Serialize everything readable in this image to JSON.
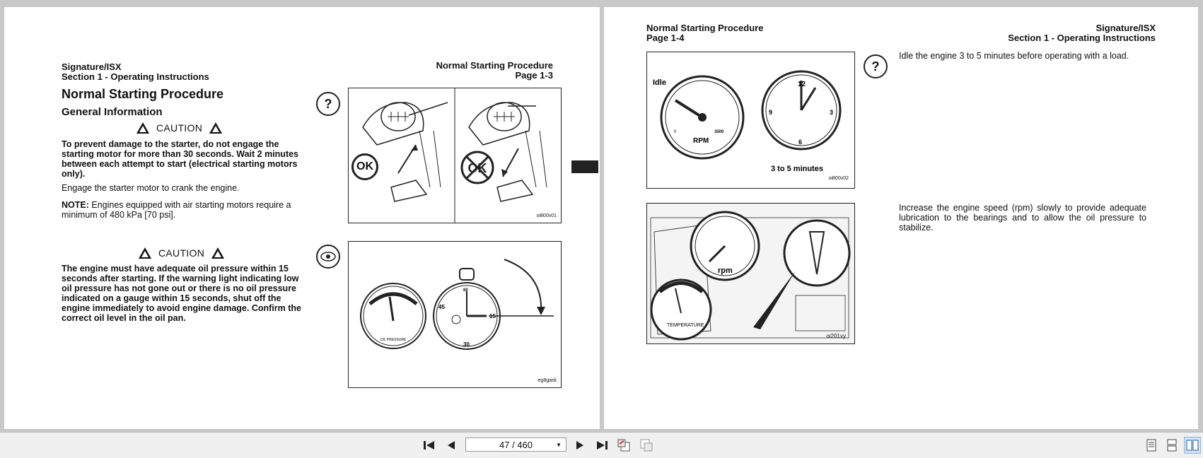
{
  "left_page": {
    "header_left_line1": "Signature/ISX",
    "header_left_line2": "Section 1 - Operating Instructions",
    "header_right_line1": "Normal Starting Procedure",
    "header_right_line2": "Page 1-3",
    "title": "Normal Starting Procedure",
    "subtitle": "General Information",
    "caution1_label": "CAUTION",
    "caution1_text": "To prevent damage to the starter, do not engage the starting motor for more than 30 seconds. Wait 2 minutes between each attempt to start (electrical starting motors only).",
    "engage_text": "Engage the starter motor to crank the engine.",
    "note_label": "NOTE:",
    "note_text": " Engines equipped with air starting motors require a minimum of 480 kPa [70 psi].",
    "caution2_label": "CAUTION",
    "caution2_text": "The engine must have adequate oil pressure within 15 seconds after starting. If the warning light indicating low oil pressure has not gone out or there is no oil pressure indicated on a gauge within 15 seconds, shut off the engine immediately to avoid engine damage. Confirm the correct oil level in the oil pan.",
    "fig1": {
      "ok": "OK",
      "code": "oi800v01"
    },
    "fig2": {
      "gauge_label": "OIL PRESSURE",
      "n45": "45",
      "n15": "15",
      "n30": "30",
      "n60": "60",
      "code": "eg8gask"
    }
  },
  "right_page": {
    "header_left_line1": "Normal Starting Procedure",
    "header_left_line2": "Page 1-4",
    "header_right_line1": "Signature/ISX",
    "header_right_line2": "Section 1 - Operating Instructions",
    "idle_text": "Idle the engine 3 to 5 minutes before operating with a load.",
    "increase_text": "Increase the engine speed (rpm) slowly to provide adequate lubrication to the bearings and to allow the oil pressure to stabilize.",
    "fig3": {
      "idle": "Idle",
      "rpm": "RPM",
      "r0": "0",
      "r3500": "3500",
      "c12": "12",
      "c9": "9",
      "c3": "3",
      "c6": "6",
      "minutes": "3 to 5 minutes",
      "code": "oi800v02"
    },
    "fig4": {
      "rpm": "rpm",
      "temperature": "TEMPERATURE",
      "code": "oi201vy"
    }
  },
  "toolbar": {
    "first_icon": "first-page-icon",
    "prev_icon": "previous-page-icon",
    "page_indicator": "47 / 460",
    "next_icon": "next-page-icon",
    "last_icon": "last-page-icon"
  }
}
